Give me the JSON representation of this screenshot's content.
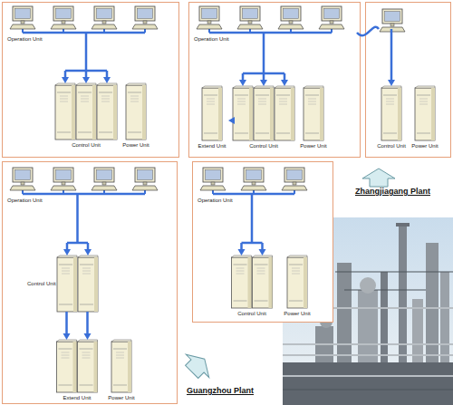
{
  "diagram": {
    "nodes": [
      {
        "text": []
      },
      {
        "text": [
          "Operation Unit"
        ],
        "in": 0
      },
      {
        "text": [
          "Control Unit"
        ],
        "in": 0
      },
      {
        "text": [
          "Power Unit"
        ],
        "in": 0
      },
      {
        "text": []
      },
      {
        "text": [
          "Operation Unit"
        ],
        "in": 4
      },
      {
        "text": [
          "Extend Unit"
        ],
        "in": 4
      },
      {
        "text": [
          "Control Unit"
        ],
        "in": 4
      },
      {
        "text": [
          "Power Unit"
        ],
        "in": 4
      },
      {
        "text": []
      },
      {
        "text": [
          "Control Unit"
        ],
        "in": 9
      },
      {
        "text": [
          "Power Unit"
        ],
        "in": 9
      },
      {
        "text": []
      },
      {
        "text": [
          "Operation Unit"
        ],
        "in": 12
      },
      {
        "text": [
          "Control Unit"
        ],
        "in": 12
      },
      {
        "text": [
          "Extend Unit"
        ],
        "in": 12
      },
      {
        "text": [
          "Power Unit"
        ],
        "in": 12
      },
      {
        "text": []
      },
      {
        "text": [
          "Operation Unit"
        ],
        "in": 17
      },
      {
        "text": [
          "Control Unit"
        ],
        "in": 17
      },
      {
        "text": [
          "Power Unit"
        ],
        "in": 17
      }
    ],
    "edges": [
      {
        "from": 1,
        "to": 2,
        "arrow": "to"
      },
      {
        "from": 5,
        "to": 7,
        "arrow": "to"
      },
      {
        "from": 7,
        "to": 6,
        "arrow": "to"
      },
      {
        "from": 5,
        "to": 10,
        "arrow": "to"
      },
      {
        "from": 13,
        "to": 14,
        "arrow": "to"
      },
      {
        "from": 14,
        "to": 15,
        "arrow": "to"
      },
      {
        "from": 18,
        "to": 19,
        "arrow": "to"
      }
    ],
    "labels": [
      "Zhangjiagang Plant",
      "Guangzhou Plant"
    ]
  }
}
